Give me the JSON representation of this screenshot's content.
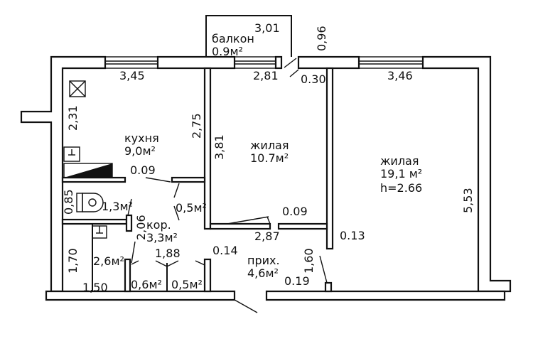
{
  "rooms": {
    "balcony": {
      "name": "балкон",
      "area": "0.9м²"
    },
    "kitchen": {
      "name": "кухня",
      "area": "9,0м²"
    },
    "living_small": {
      "name": "жилая",
      "area": "10.7м²"
    },
    "living_large": {
      "name": "жилая",
      "area": "19,1  м²",
      "height": "h=2.66"
    },
    "corridor": {
      "name": "кор.",
      "area": "3,3м²"
    },
    "hall": {
      "name": "прих.",
      "area": "4,6м²"
    },
    "toilet": {
      "area": "1,3м²"
    },
    "bath": {
      "area": "2,6м²"
    },
    "closet_kitchen": {
      "area": "0,5м²"
    },
    "closet_a": {
      "area": "0,6м²"
    },
    "closet_b": {
      "area": "0,5м²"
    }
  },
  "dimensions": {
    "balcony_width": "3,01",
    "balcony_depth": "0,96",
    "kitchen_top": "3,45",
    "room_top": "2,81",
    "wall_030": "0.30",
    "large_top": "3,46",
    "kitchen_left": "2,31",
    "kitchen_right": "2,75",
    "room_left": "3,81",
    "large_right": "5,53",
    "wall_009a": "0.09",
    "wall_009b": "0.09",
    "toilet_height": "0,85",
    "corridor_height": "2,06",
    "room_bottom": "2,87",
    "wall_013": "0.13",
    "bath_height": "1,70",
    "bath_width": "1,50",
    "closets_width": "1,88",
    "wall_014": "0.14",
    "hall_height": "1,60",
    "wall_019": "0.19"
  }
}
